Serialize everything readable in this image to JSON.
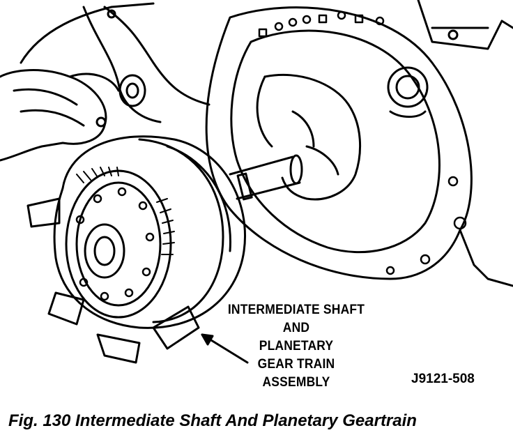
{
  "callout": {
    "lines": [
      "INTERMEDIATE SHAFT",
      "AND",
      "PLANETARY",
      "GEAR TRAIN",
      "ASSEMBLY"
    ]
  },
  "figure_code": "J9121-508",
  "caption": "Fig. 130 Intermediate Shaft And Planetary Geartrain",
  "colors": {
    "ink": "#000000",
    "paper": "#ffffff"
  }
}
